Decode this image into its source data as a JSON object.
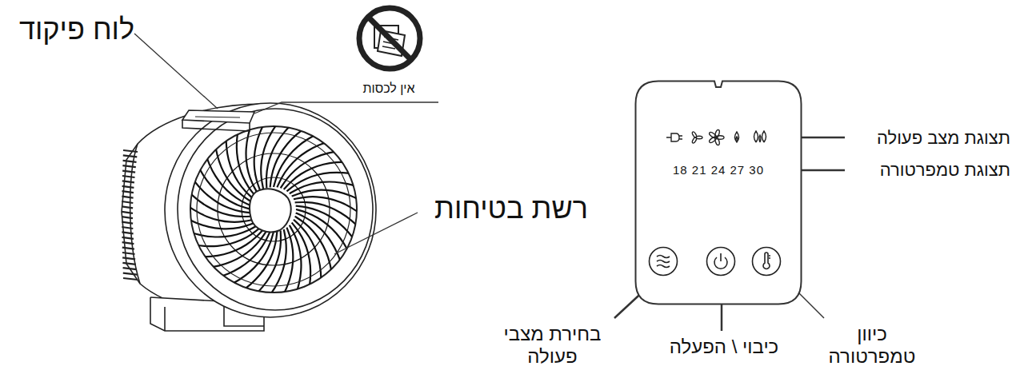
{
  "diagram": {
    "nodes": [
      {
        "text": [
          "18 21 24 27 30"
        ]
      }
    ],
    "labels": [
      "לוח פיקוד",
      "אין לכסות",
      "רשת בטיחות",
      "תצוגת מצב פעולה",
      "תצוגת טמפרטורה",
      "בחירת מצבי פעולה",
      "כיבוי \\ הפעלה",
      "כיוון טמפרטורה"
    ]
  }
}
